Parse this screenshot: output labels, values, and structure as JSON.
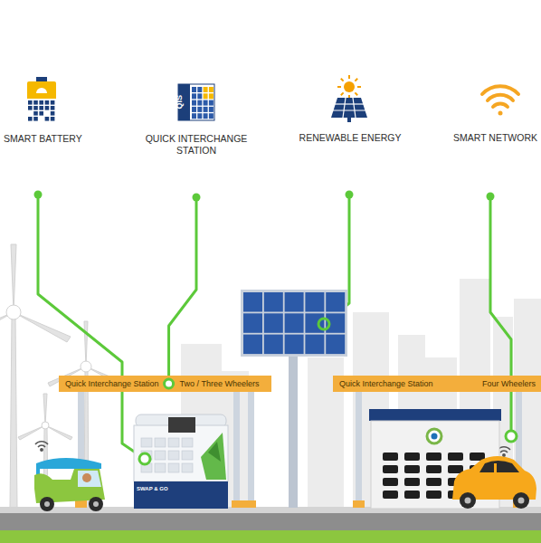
{
  "diagram": {
    "nodes": [
      {
        "text": [
          "Quick Interchange Station",
          "Two / Three Wheelers"
        ]
      },
      {
        "text": [
          "Quick Interchange Station",
          "Four Wheelers"
        ]
      }
    ],
    "labels": [
      "SMART BATTERY",
      "QIS",
      "QUICK INTERCHANGE STATION",
      "RENEWABLE ENERGY",
      "SMART NETWORK",
      "SWAP & GO"
    ]
  }
}
